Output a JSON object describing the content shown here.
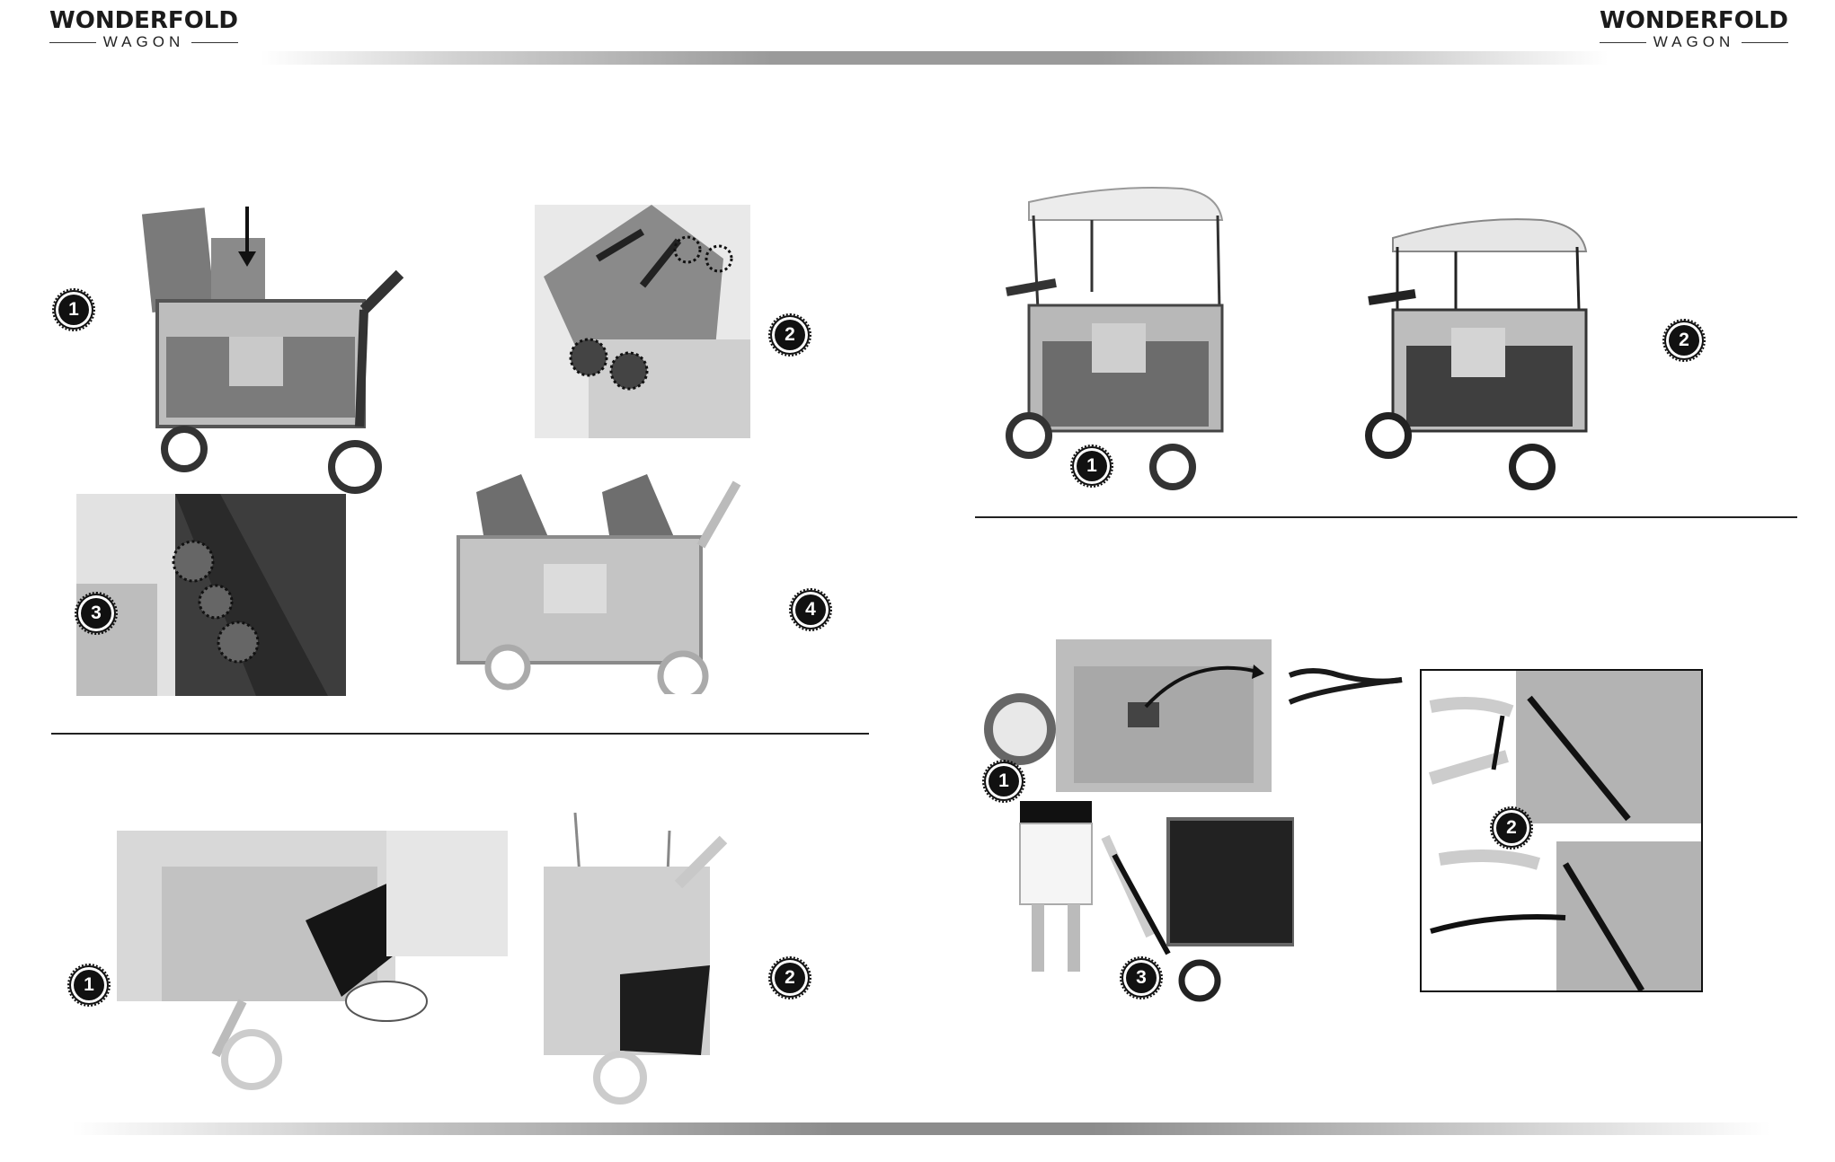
{
  "header": {
    "logo_left": {
      "main": "WONDERFOLD",
      "sub": "WAGON"
    },
    "logo_right": {
      "main": "WONDERFOLD",
      "sub": "WAGON"
    }
  },
  "colors": {
    "badge": "#111111",
    "rule": "#222222",
    "canopy": "#e8e8e8",
    "fabric": "#b9b9b9",
    "frame": "#3a3a3a",
    "strap": "#1a1a1a"
  },
  "steps": {
    "seats": [
      "1",
      "2",
      "3",
      "4"
    ],
    "canopy": [
      "1",
      "2"
    ],
    "basket": [
      "1",
      "2"
    ],
    "strap": [
      "1",
      "2",
      "3"
    ]
  }
}
